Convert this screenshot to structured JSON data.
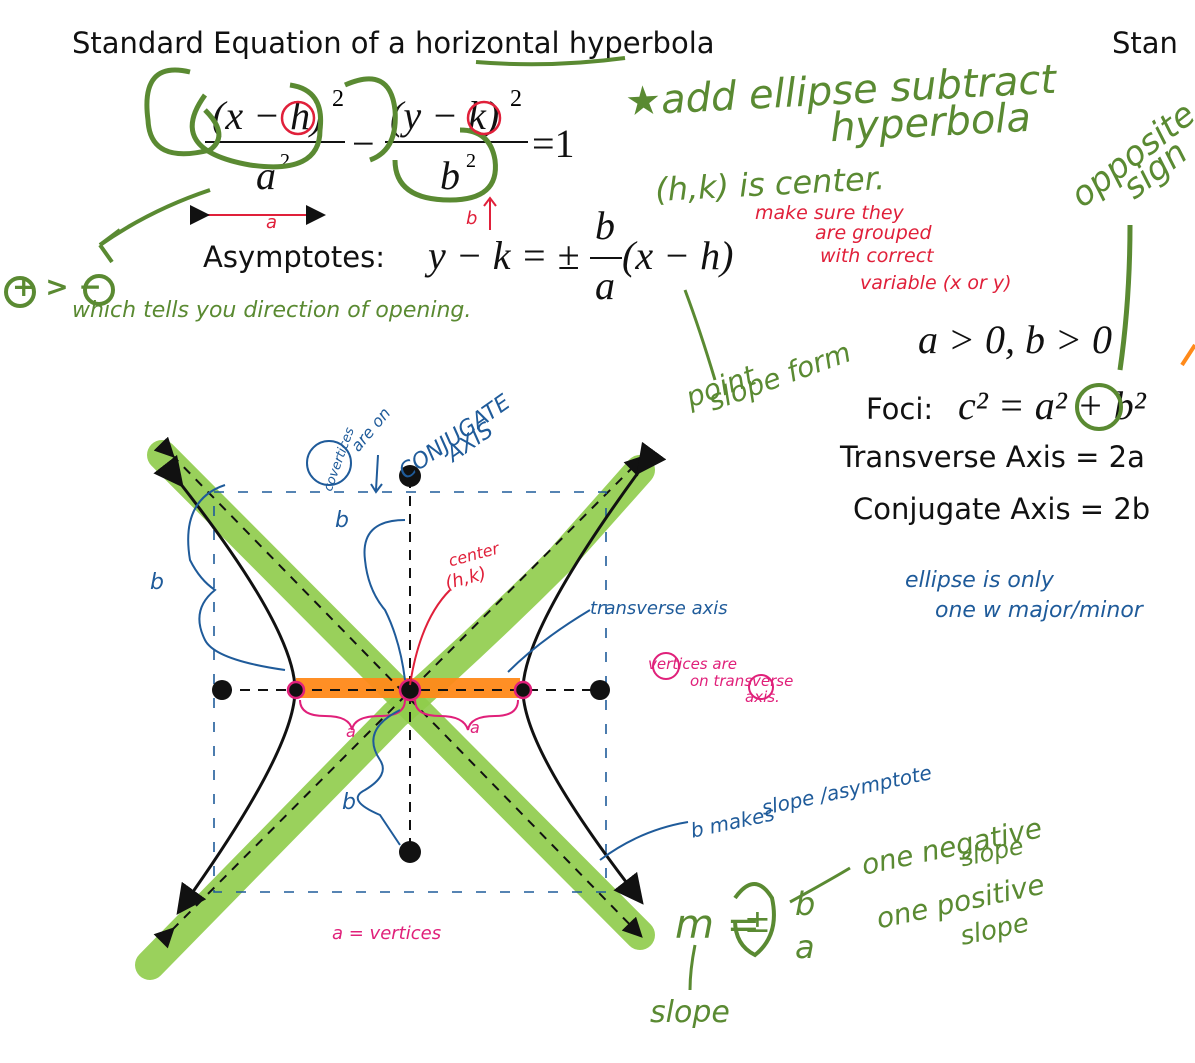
{
  "heading": {
    "title": "Standard Equation of a horizontal hyperbola",
    "right_cut": "Stan"
  },
  "equation": {
    "x_term": "(x − h)",
    "y_term": "(y − k)",
    "exp": "2",
    "a_sq": "a",
    "b_sq": "b",
    "minus": "−",
    "equals_one": "=1",
    "asymptotes_label": "Asymptotes:",
    "asymptote_lhs": "y − k = ±",
    "asymptote_num": "b",
    "asymptote_den": "a",
    "asymptote_rhs": "(x − h)"
  },
  "properties": {
    "condition": "a > 0, b > 0",
    "foci_label": "Foci:",
    "foci_eq": "c² = a² + b²",
    "transverse": "Transverse Axis = 2a",
    "conjugate": "Conjugate Axis = 2b"
  },
  "annotations": {
    "add_ellipse": "★add ellipse subtract",
    "hyperbola": "hyperbola",
    "center": "(h,k) is center.",
    "grouped": [
      "make sure they",
      "are grouped",
      "with correct",
      "variable (x or y)"
    ],
    "opposite": "opposite",
    "sign": "sign",
    "plus_gt_minus": "+ > −",
    "opening": "which tells you direction of opening.",
    "point_slope": [
      "point",
      "slope form"
    ],
    "label_a": "a",
    "label_b": "b",
    "covertices": [
      "covertices",
      "are on"
    ],
    "conjugate_axis": [
      "CONJUGATE",
      "AXIS"
    ],
    "center_hk": [
      "center",
      "(h,k)"
    ],
    "transverse_axis": "transverse axis",
    "vertices_on": [
      "vertices are",
      "on transverse",
      "axis."
    ],
    "ellipse_only": [
      "ellipse   is only",
      "one w major/minor"
    ],
    "b_makes": [
      "b makes",
      "slope /asymptote"
    ],
    "slope_m": "m =",
    "slope_pm": "±",
    "slope_b": "b",
    "slope_a": "a",
    "one_negative": [
      "one  negative",
      "slope"
    ],
    "one_positive": [
      "one  positive",
      "slope"
    ],
    "slope_word": "slope",
    "a_vertices": "a = vertices"
  },
  "colors": {
    "green_ink": "#5a8a32",
    "green_highlight": "#8fcc4a",
    "orange_highlight": "#ff8a1a",
    "red_ink": "#e0203a",
    "blue_ink": "#1f5b9a",
    "magenta_ink": "#e0207a"
  }
}
